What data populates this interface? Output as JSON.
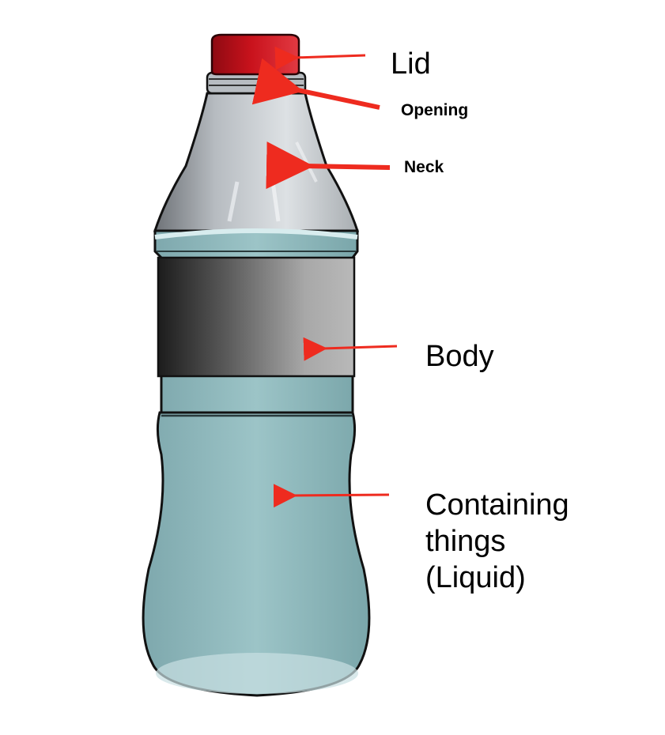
{
  "labels": {
    "lid": "Lid",
    "opening": "Opening",
    "neck": "Neck",
    "body": "Body",
    "containing": [
      "Containing",
      "things",
      "(Liquid)"
    ]
  },
  "colors": {
    "lid": "#c0111b",
    "glass_neck": "#c9ced3",
    "liquid": "#8fb9bc",
    "label_band": "#6e6e6e",
    "arrow": "#ee2b1f"
  }
}
